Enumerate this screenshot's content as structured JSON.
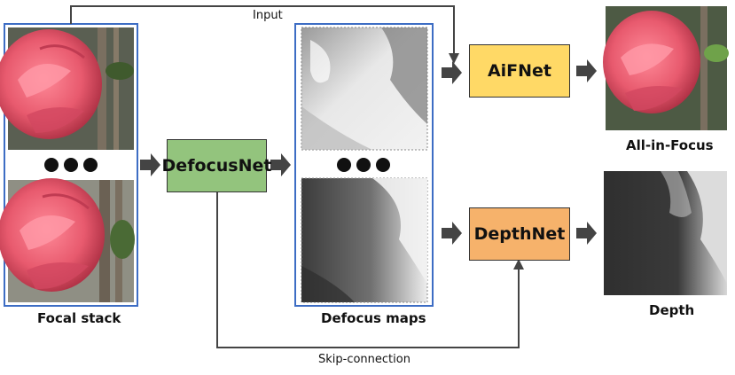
{
  "diagram": {
    "inputs": {
      "focal_stack_label": "Focal stack",
      "defocus_maps_label": "Defocus maps"
    },
    "nodes": {
      "defocusnet": {
        "label": "DefocusNet",
        "color": "#93c47d"
      },
      "aifnet": {
        "label": "AiFNet",
        "color": "#ffd966"
      },
      "depthnet": {
        "label": "DepthNet",
        "color": "#f6b26b"
      }
    },
    "outputs": {
      "all_in_focus_label": "All-in-Focus",
      "depth_label": "Depth"
    },
    "edges": {
      "input_label": "Input",
      "skip_label": "Skip-connection"
    },
    "colors": {
      "frame": "#3d6dc4",
      "arrow": "#444444",
      "rose": "#e85a6e",
      "rose_dark": "#b8344a",
      "leaf": "#3f5a2d",
      "stem": "#6b6154"
    }
  }
}
